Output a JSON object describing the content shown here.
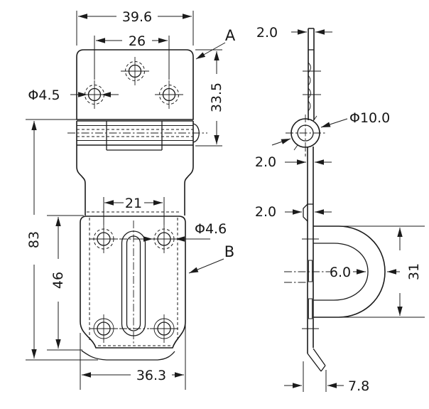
{
  "drawing": {
    "background_color": "#ffffff",
    "line_color": "#1b1b1b",
    "front_view": {
      "dim_width_top": "39.6",
      "dim_hole_spacing_top": "26",
      "dim_hole_dia_top": "Φ4.5",
      "label_part_a": "A",
      "dim_plate_a_height": "33.5",
      "dim_total_height": "83",
      "dim_hole_spacing_bottom": "21",
      "dim_hole_dia_bottom": "Φ4.6",
      "label_part_b": "B",
      "dim_plate_b_height": "46",
      "dim_width_bottom": "36.3"
    },
    "side_view": {
      "dim_thickness_top": "2.0",
      "dim_barrel_dia": "Φ10.0",
      "dim_thickness_mid": "2.0",
      "dim_thickness_low": "2.0",
      "dim_loop_wire": "6.0",
      "dim_loop_height": "31",
      "dim_tab_offset": "7.8"
    }
  }
}
